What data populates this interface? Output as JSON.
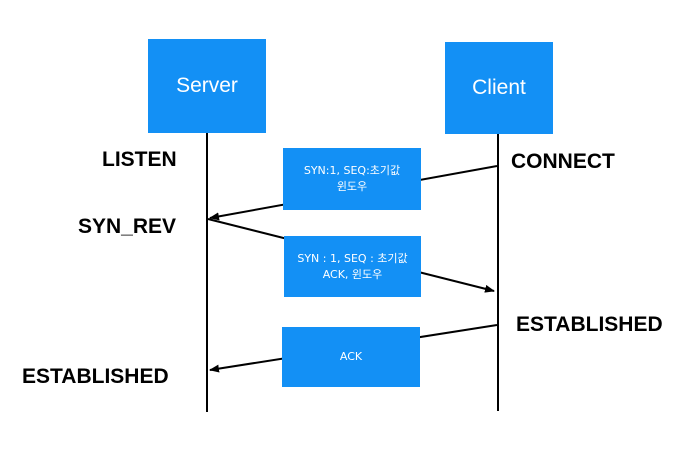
{
  "nodes": {
    "server": "Server",
    "client": "Client"
  },
  "states": {
    "listen": "LISTEN",
    "connect": "CONNECT",
    "syn_rev": "SYN_REV",
    "established_client": "ESTABLISHED",
    "established_server": "ESTABLISHED"
  },
  "messages": [
    {
      "line1": "SYN:1, SEQ:초기값",
      "line2": "윈도우"
    },
    {
      "line1": "SYN : 1, SEQ : 초기값",
      "line2": "ACK, 윈도우"
    },
    {
      "line1": "ACK",
      "line2": ""
    }
  ],
  "colors": {
    "box_fill": "#1390f5",
    "box_text": "#ffffff",
    "line": "#000000"
  }
}
